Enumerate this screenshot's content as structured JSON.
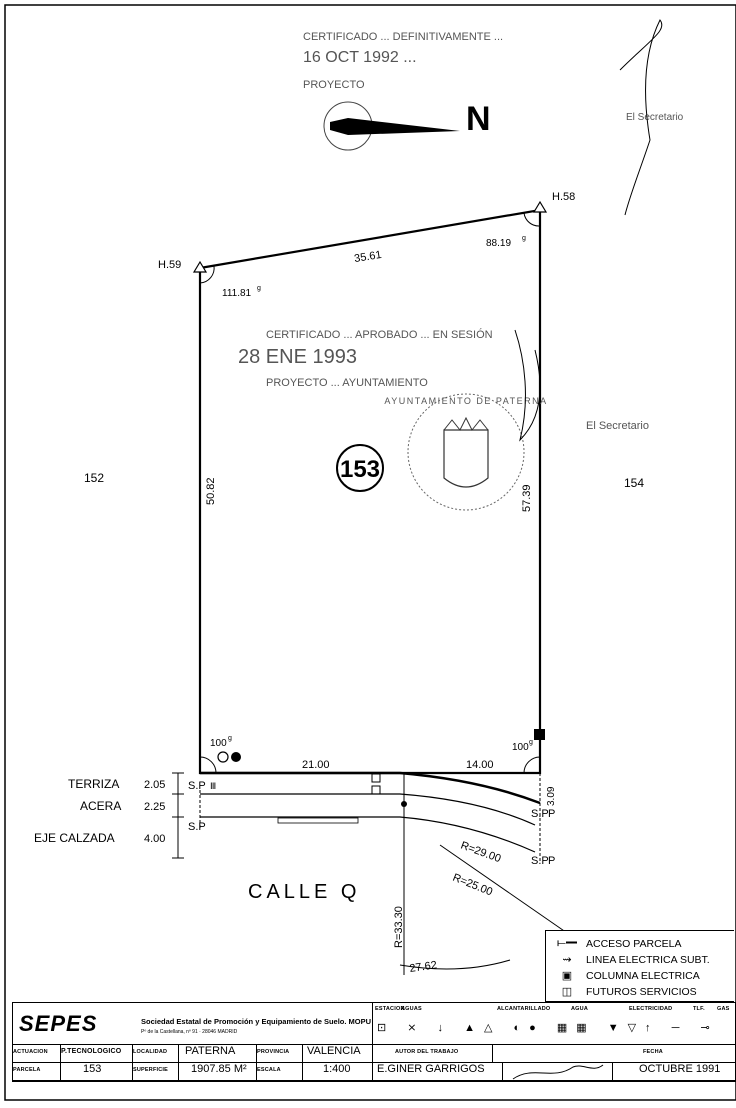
{
  "stamp_top": {
    "line1": "CERTIFICADO ... DEFINITIVAMENTE ...",
    "line2": "16 OCT 1992 ... ",
    "line3": "PROYECTO",
    "secretary": "El Secretario"
  },
  "north": {
    "label": "N"
  },
  "vertices": {
    "h59": "H.59",
    "h58": "H.58"
  },
  "dimensions": {
    "top_edge": "35.61",
    "left_edge": "50.82",
    "right_edge": "57.39",
    "bottom_left": "21.00",
    "bottom_right": "14.00",
    "corner_right_small": "3.09",
    "angle_top_left": "111.81",
    "angle_top_right": "88.19",
    "angle_bottom_left": "100",
    "angle_bottom_right": "100",
    "angle_exponent": "g"
  },
  "parcel": {
    "number": "153",
    "neighbor_left": "152",
    "neighbor_right": "154"
  },
  "stamp_mid": {
    "line1": "CERTIFICADO ... APROBADO ... EN SESIÓN",
    "date": "28 ENE 1993",
    "line3": "PROYECTO ... AYUNTAMIENTO",
    "secretary": "El Secretario",
    "seal_text": "AYUNTAMIENTO DE PATERNA"
  },
  "street_section": {
    "terriza_label": "TERRIZA",
    "terriza_value": "2.05",
    "acera_label": "ACERA",
    "acera_value": "2.25",
    "eje_label": "EJE CALZADA",
    "eje_value": "4.00",
    "sp_label": "S.P",
    "p_label": "P",
    "street_name": "CALLE Q",
    "radius_29": "R=29.00",
    "radius_25": "R=25.00",
    "radius_3330": "R=33.30",
    "angle_curve": "27.62"
  },
  "legend": {
    "items": [
      {
        "icon": "access-icon",
        "label": "ACCESO PARCELA"
      },
      {
        "icon": "electric-line-icon",
        "label": "LINEA ELECTRICA SUBT."
      },
      {
        "icon": "electric-column-icon",
        "label": "COLUMNA ELECTRICA"
      },
      {
        "icon": "future-services-icon",
        "label": "FUTUROS SERVICIOS"
      }
    ]
  },
  "title_block": {
    "logo": "SEPES",
    "org_name": "Sociedad Estatal de Promoción y Equipamiento de Suelo. MOPU",
    "org_address": "Pº de la Castellana, nº 91 · 28046 MADRID",
    "header_labels": [
      "ESTACION",
      "AGUAS",
      "ALCANTARILLADO",
      "AGUA",
      "ELECTRICIDAD",
      "TLF.",
      "GAS"
    ],
    "actuacion_label": "ACTUACION",
    "actuacion_value": "P.TECNOLOGICO",
    "localidad_label": "LOCALIDAD",
    "localidad_value": "PATERNA",
    "provincia_label": "PROVINCIA",
    "provincia_value": "VALENCIA",
    "parcela_label": "PARCELA",
    "parcela_value": "153",
    "superficie_label": "SUPERFICIE",
    "superficie_value": "1907.85 M²",
    "escala_label": "ESCALA",
    "escala_value": "1:400",
    "autor_label": "AUTOR DEL TRABAJO",
    "autor_value": "E.GINER GARRIGOS",
    "fecha_label": "FECHA",
    "fecha_value": "OCTUBRE 1991"
  }
}
